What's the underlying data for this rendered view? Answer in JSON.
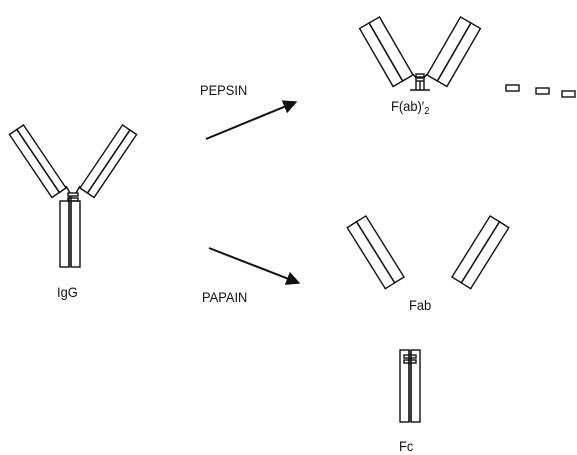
{
  "labels": {
    "igg": "IgG",
    "pepsin": "PEPSIN",
    "papain": "PAPAIN",
    "fab2_main": "F(ab)",
    "fab2_prime": "′",
    "fab2_sub": "2",
    "fab": "Fab",
    "fc": "Fc"
  },
  "colors": {
    "stroke": "#111111",
    "background": "#ffffff"
  }
}
